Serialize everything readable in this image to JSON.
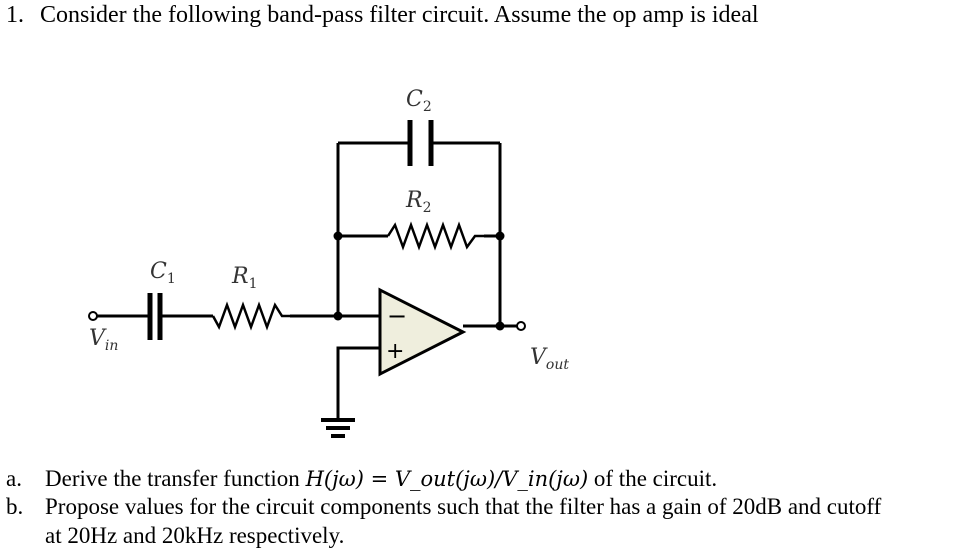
{
  "question": {
    "number": "1.",
    "text": "Consider the following band-pass filter circuit. Assume the op amp is ideal"
  },
  "circuit": {
    "labels": {
      "c2": {
        "main": "C",
        "sub": "2"
      },
      "r2": {
        "main": "R",
        "sub": "2"
      },
      "c1": {
        "main": "C",
        "sub": "1"
      },
      "r1": {
        "main": "R",
        "sub": "1"
      },
      "vin": {
        "main": "V",
        "sub": "in"
      },
      "vout": {
        "main": "V",
        "sub": "out"
      }
    },
    "opamp_color": "#efeedd",
    "inverting_sign": "−",
    "noninverting_sign": "+"
  },
  "parts": {
    "a": {
      "letter": "a.",
      "prefix": "Derive the transfer function ",
      "math": "H(jω) = V_out(jω)/V_in(jω)",
      "suffix": " of the circuit."
    },
    "b": {
      "letter": "b.",
      "line1": "Propose values for the circuit components such that the filter has a gain of 20dB and cutoff",
      "line2": "at 20Hz and 20kHz respectively."
    }
  }
}
